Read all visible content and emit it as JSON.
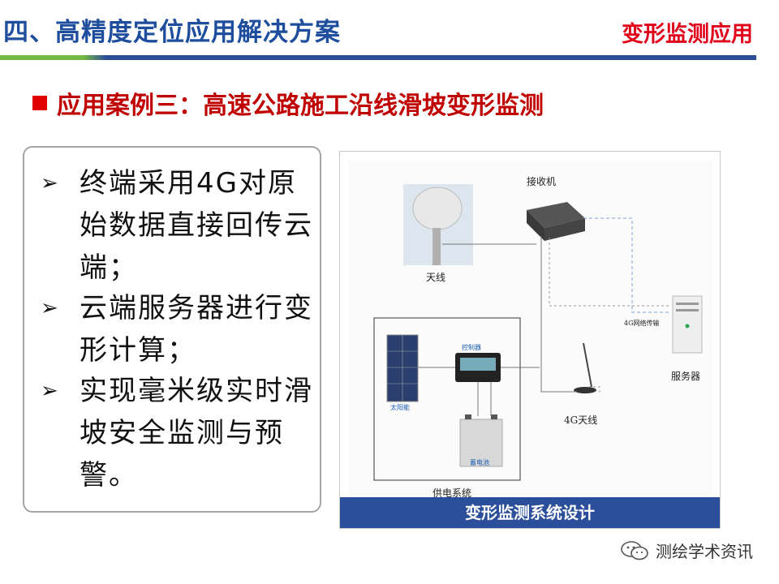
{
  "header": {
    "title": "四、高精度定位应用解决方案",
    "right_label": "变形监测应用"
  },
  "subtitle": "应用案例三：高速公路施工沿线滑坡变形监测",
  "bullets": [
    {
      "text": "终端采用4G对原始数据直接回传云端；"
    },
    {
      "text": "云端服务器进行变形计算；"
    },
    {
      "text": "实现毫米级实时滑坡安全监测与预警。"
    }
  ],
  "diagram": {
    "receiver": "接收机",
    "antenna": "天线",
    "server": "服务器",
    "network_label": "4G网络传输",
    "antenna_4g": "4G天线",
    "controller": "控制器",
    "solar": "太阳能",
    "battery": "蓄电池",
    "power_system": "供电系统",
    "footer": "变形监测系统设计"
  },
  "watermark": "测绘学术资讯",
  "colors": {
    "title_blue": "#1f4e9e",
    "accent_red": "#e0001a",
    "bar_green": "#74b943",
    "bar_blue": "#2c4e96",
    "footer_blue": "#2b4f9a"
  }
}
